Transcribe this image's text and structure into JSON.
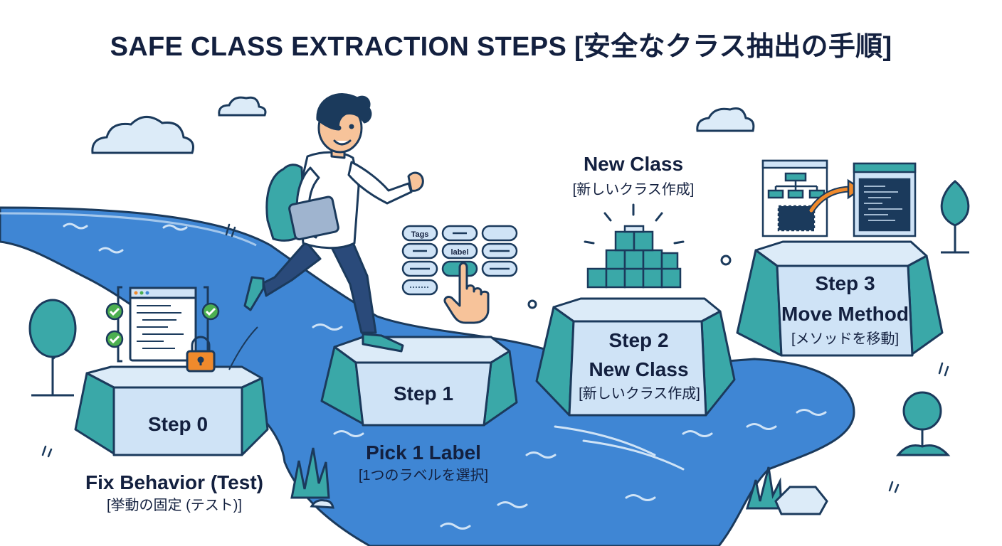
{
  "title": "SAFE CLASS EXTRACTION STEPS [安全なクラス抽出の手順]",
  "steps": [
    {
      "label": "Step 0",
      "caption": "Fix Behavior (Test)",
      "caption_ja": "[挙動の固定 (テスト)]"
    },
    {
      "label": "Step 1",
      "caption": "Pick 1 Label",
      "caption_ja": "[1つのラベルを選択]"
    },
    {
      "label": "Step 2",
      "line2": "New Class",
      "line3": "[新しいクラス作成]"
    },
    {
      "label": "Step 3",
      "line2": "Move Method",
      "line3": "[メソッドを移動]"
    }
  ],
  "new_class_callout": {
    "title": "New Class",
    "subtitle": "[新しいクラス作成]"
  },
  "tag_chips": {
    "tags": "Tags",
    "label": "label"
  },
  "colors": {
    "river": "#3f86d4",
    "river_light": "#cfe3f6",
    "teal": "#3aa8a8",
    "navy": "#1b3a5c",
    "ink": "#13203f",
    "orange": "#f08a2c",
    "green": "#4caf50",
    "skin": "#f7c39a"
  },
  "icons": [
    "cloud-icon",
    "tree-icon",
    "lock-icon",
    "check-icon",
    "pointer-hand-icon",
    "block-stack-icon",
    "arrow-icon",
    "code-window-icon",
    "runner-figure"
  ]
}
